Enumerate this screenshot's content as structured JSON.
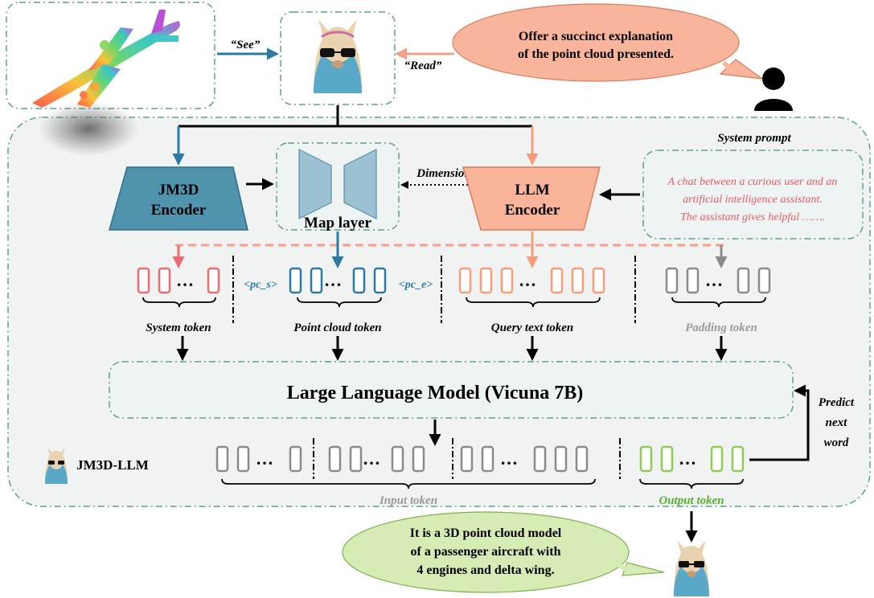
{
  "labels": {
    "see": "“See”",
    "read": "“Read”",
    "user_query": [
      "Offer a succinct explanation",
      "of the point cloud presented."
    ],
    "system_prompt_title": "System prompt",
    "system_prompt_text": [
      "A chat between a curious user and an",
      "artificial intelligence assistant.",
      "The assistant gives helpful ……."
    ],
    "jm3d_encoder": [
      "JM3D",
      "Encoder"
    ],
    "map_layer": "Map layer",
    "dimension": "Dimension",
    "llm_encoder": [
      "LLM",
      "Encoder"
    ],
    "pc_start": "<pc_s>",
    "pc_end": "<pc_e>",
    "system_token": "System token",
    "point_cloud_token": "Point cloud token",
    "query_text_token": "Query text token",
    "padding_token": "Padding token",
    "llm": "Large Language Model (Vicuna 7B)",
    "predict_next_word": [
      "Predict",
      "next",
      "word"
    ],
    "input_token": "Input token",
    "output_token": "Output token",
    "model_name": "JM3D-LLM",
    "answer": [
      "It is a 3D point cloud model",
      "of a passenger aircraft with",
      "4 engines and delta wing."
    ]
  },
  "colors": {
    "teal_dash": "#5e9e96",
    "panel_fill": "#f1f3f3",
    "jm3d_fill": "#4f93ad",
    "map_fill": "#9cc1d2",
    "llm_fill": "#f9b499",
    "red_token": "#f06a72",
    "blue_token": "#2a7aa5",
    "orange_token": "#f59c78",
    "gray_token": "#8a8a8a",
    "green_token": "#8ccc55",
    "query_bubble": "#f8b59b",
    "answer_bubble": "#d6ecb4",
    "system_text": "#e45a66",
    "pc_label": "#2a7aa5",
    "padding_label": "#9a9a9a",
    "output_label": "#53b232"
  },
  "icons": [
    "airplane-point-cloud-image",
    "llama-mascot-icon",
    "user-icon"
  ]
}
